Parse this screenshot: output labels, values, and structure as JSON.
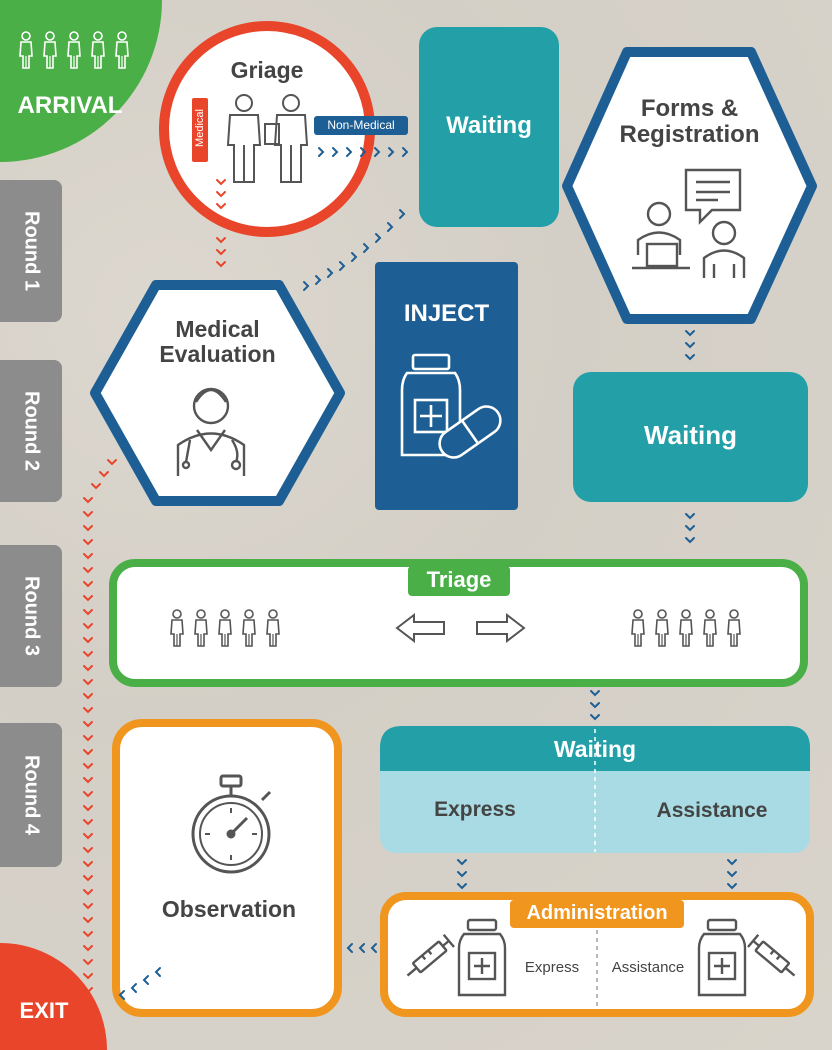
{
  "colors": {
    "green": "#4aaf47",
    "red": "#e8452b",
    "teal": "#239fa8",
    "navy": "#1d5f94",
    "orange": "#f0951d",
    "light_teal": "#a8dbe3",
    "gray": "#8c8c8c"
  },
  "arrival": {
    "label": "ARRIVAL"
  },
  "exit": {
    "label": "EXIT"
  },
  "rounds": [
    "Round 1",
    "Round 2",
    "Round 3",
    "Round 4"
  ],
  "griage": {
    "title": "Griage",
    "medical_tag": "Medical",
    "non_medical_tag": "Non-Medical"
  },
  "waiting_top": {
    "label": "Waiting"
  },
  "forms": {
    "title_line1": "Forms &",
    "title_line2": "Registration"
  },
  "medical_eval": {
    "title_line1": "Medical",
    "title_line2": "Evaluation"
  },
  "inject": {
    "title": "INJECT"
  },
  "waiting_mid": {
    "label": "Waiting"
  },
  "triage": {
    "title": "Triage"
  },
  "waiting_split": {
    "title": "Waiting",
    "left": "Express",
    "right": "Assistance"
  },
  "observation": {
    "title": "Observation"
  },
  "administration": {
    "title": "Administration",
    "left": "Express",
    "right": "Assistance"
  },
  "icons": [
    "people-group-icon",
    "doctor-icon",
    "clerk-icon",
    "medicine-icon",
    "stopwatch-icon",
    "syringe-icon",
    "arrow-left-icon",
    "arrow-right-icon",
    "chevron-icon"
  ]
}
